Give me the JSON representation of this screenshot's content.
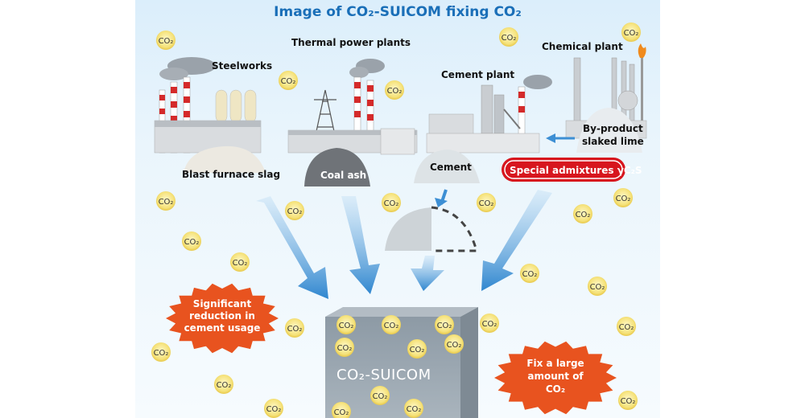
{
  "title": "Image of CO₂-SUICOM fixing CO₂",
  "plants": {
    "steelworks": "Steelworks",
    "thermal": "Thermal power plants",
    "cement": "Cement plant",
    "chemical": "Chemical plant"
  },
  "materials": {
    "slag": "Blast furnace slag",
    "coal_ash": "Coal ash",
    "cement": "Cement",
    "admixture": "Special admixtures γC₂S",
    "byproduct_line1": "By-product",
    "byproduct_line2": "slaked lime"
  },
  "badges": {
    "reduction_line1": "Significant",
    "reduction_line2": "reduction in",
    "reduction_line3": "cement usage",
    "fix_line1": "Fix a large",
    "fix_line2": "amount of",
    "fix_line3": "CO₂"
  },
  "product": "CO₂-SUICOM",
  "co2_label": "CO₂",
  "colors": {
    "title": "#1a6fb8",
    "arrow": "#3d8fd4",
    "burst": "#e8531f",
    "admixture_border": "#d7161e",
    "bubble": "#f5e27a",
    "cube": "#98a5b0"
  }
}
